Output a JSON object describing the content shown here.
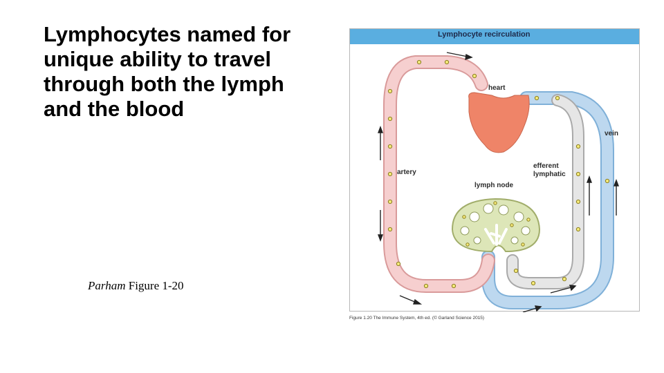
{
  "slide": {
    "title_lines": [
      "Lymphocytes named for",
      "unique ability to travel",
      "through both the lymph",
      "and the blood"
    ],
    "citation_author": "Parham",
    "citation_text": " Figure 1-20"
  },
  "figure": {
    "title": "Lymphocyte recirculation",
    "labels": {
      "heart": "heart",
      "vein": "vein",
      "artery": "artery",
      "efferent_line1": "efferent",
      "efferent_line2": "lymphatic",
      "lymph_node": "lymph node"
    },
    "caption": "Figure 1.20 The Immune System, 4th ed. (© Garland Science 2015)",
    "colors": {
      "header": "#5aaee0",
      "artery": "#f6cfcf",
      "vein": "#bdd8ef",
      "lymphatic": "#e6e6e6",
      "heart": "#ef8468",
      "lymphocyte": "#f4ea7a"
    }
  }
}
